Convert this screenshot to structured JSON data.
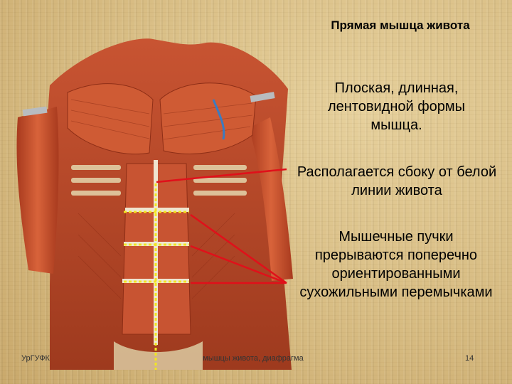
{
  "slide": {
    "title": "Прямая мышца живота",
    "paragraphs": [
      "Плоская, длинная, лентовидной формы мышца.",
      "Располагается сбоку от белой линии живота",
      "Мышечные пучки прерываются поперечно ориентированными сухожильными перемычками"
    ],
    "footer_left": "УрГУФК",
    "footer_center": "мышцы живота, диафрагма",
    "page_number": "14"
  },
  "colors": {
    "background": "#d9c08a",
    "muscle": "#c8512e",
    "tendon": "#eee5cf",
    "pointer_line": "#e0101a",
    "marker": "#f2e620"
  }
}
